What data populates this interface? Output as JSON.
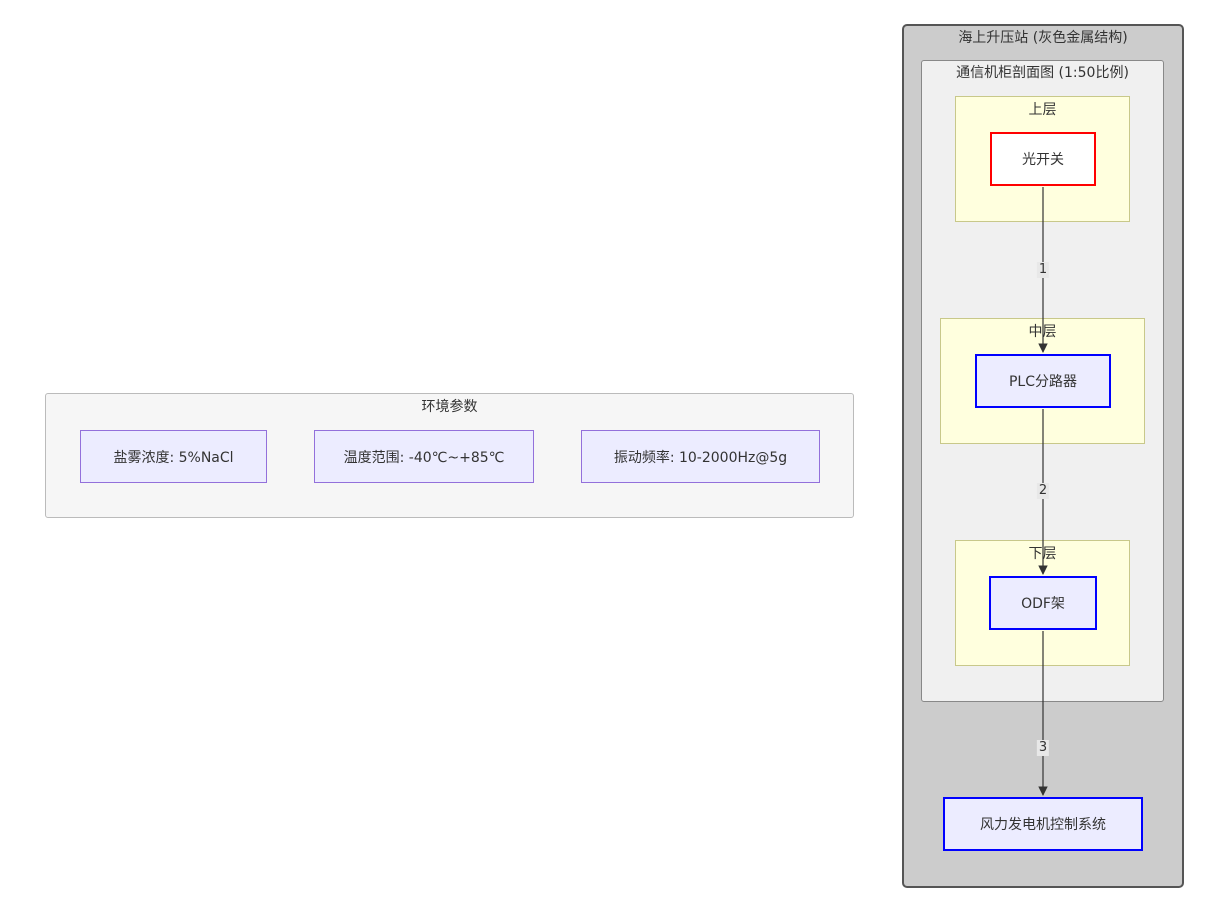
{
  "environment": {
    "title": "环境参数",
    "items": [
      {
        "label": "盐雾浓度: 5%NaCl"
      },
      {
        "label": "温度范围: -40℃~+85℃"
      },
      {
        "label": "振动频率: 10-2000Hz@5g"
      }
    ]
  },
  "station": {
    "title": "海上升压站 (灰色金属结构)",
    "cabinet": {
      "title": "通信机柜剖面图 (1:50比例)",
      "upper": {
        "title": "上层",
        "node": "光开关"
      },
      "middle": {
        "title": "中层",
        "node": "PLC分路器"
      },
      "lower": {
        "title": "下层",
        "node": "ODF架"
      }
    },
    "control_node": "风力发电机控制系统"
  },
  "edges": [
    {
      "label": "1"
    },
    {
      "label": "2"
    },
    {
      "label": "3"
    }
  ],
  "colors": {
    "station_fill": "#cccccc",
    "cabinet_fill": "#f0f0f0",
    "layer_fill": "#ffffde",
    "node_fill": "#ECECFF",
    "node_border_blue": "#0000ff",
    "node_border_red": "#ff0000",
    "edge": "#333333"
  }
}
